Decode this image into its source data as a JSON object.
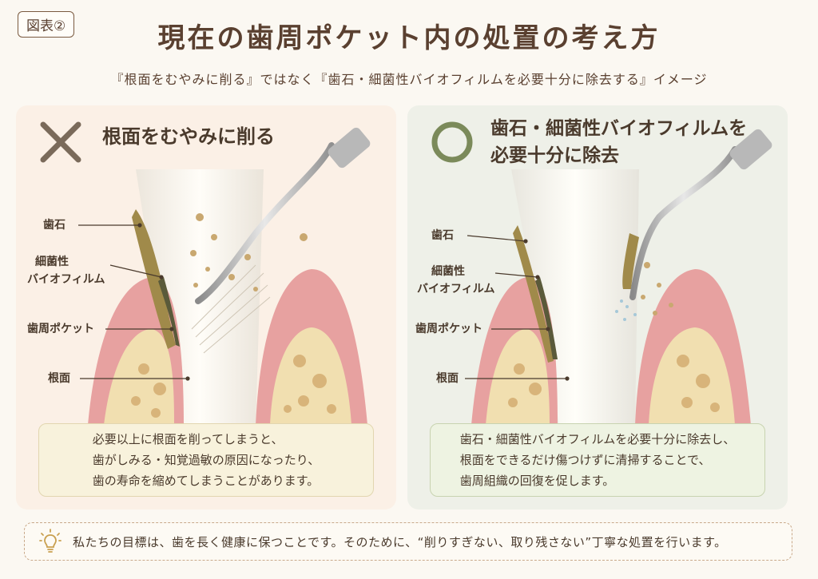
{
  "figure_tag": "図表②",
  "title": "現在の歯周ポケット内の処置の考え方",
  "subtitle": "『根面をむやみに削る』ではなく『歯石・細菌性バイオフィルムを必要十分に除去する』イメージ",
  "left": {
    "mark": "x-mark",
    "heading": "根面をむやみに削る",
    "labels": {
      "calculus": "歯石",
      "biofilm_1": "細菌性",
      "biofilm_2": "バイオフィルム",
      "pocket": "歯周ポケット",
      "root": "根面"
    },
    "note": [
      "必要以上に根面を削ってしまうと、",
      "歯がしみる・知覚過敏の原因になったり、",
      "歯の寿命を縮めてしまうことがあります。"
    ]
  },
  "right": {
    "mark": "circle-mark",
    "heading_1": "歯石・細菌性バイオフィルムを",
    "heading_2": "必要十分に除去",
    "labels": {
      "calculus": "歯石",
      "biofilm_1": "細菌性",
      "biofilm_2": "バイオフィルム",
      "pocket": "歯周ポケット",
      "root": "根面"
    },
    "note": [
      "歯石・細菌性バイオフィルムを必要十分に除去し、",
      "根面をできるだけ傷つけずに清掃することで、",
      "歯周組織の回復を促します。"
    ]
  },
  "footer": {
    "icon": "lightbulb-icon",
    "text": "私たちの目標は、歯を長く健康に保つことです。そのために、“削りすぎない、取り残さない”丁寧な処置を行います。"
  },
  "colors": {
    "x_mark": "#7a6a5a",
    "circle_mark": "#7b8a5a",
    "gum": "#e7a1a0",
    "bone": "#f1dfb0",
    "calculus": "#a08a4a",
    "biofilm": "#5a5a3a"
  }
}
